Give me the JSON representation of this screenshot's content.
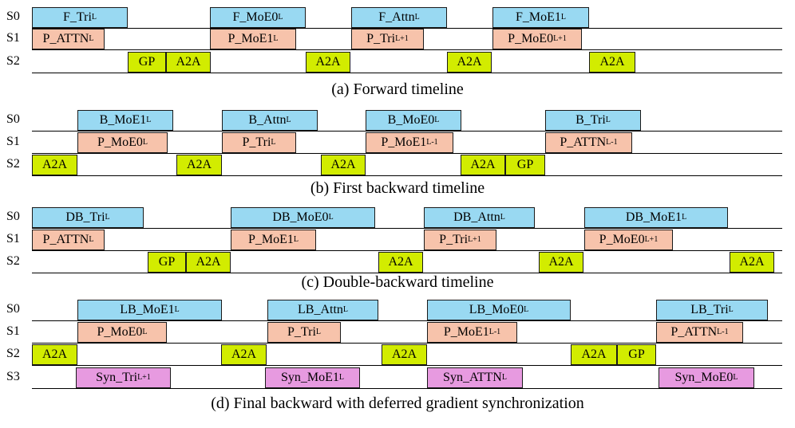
{
  "colors": {
    "forward_compute": "#99d9f2",
    "param_prefetch": "#f7c3ab",
    "communication": "#d2ec00",
    "gradient_sync": "#e79ae0",
    "border": "#1a1a1a"
  },
  "panels": [
    {
      "caption": "(a) Forward timeline",
      "streams": [
        "S0",
        "S1",
        "S2"
      ],
      "blocks": [
        {
          "stream": 0,
          "color": "blue",
          "text": "F_Tri",
          "sub": "L",
          "start": 40,
          "end": 160
        },
        {
          "stream": 0,
          "color": "blue",
          "text": "F_MoE0",
          "sub": "L",
          "start": 263,
          "end": 383
        },
        {
          "stream": 0,
          "color": "blue",
          "text": "F_Attn",
          "sub": "L",
          "start": 440,
          "end": 560
        },
        {
          "stream": 0,
          "color": "blue",
          "text": "F_MoE1",
          "sub": "L",
          "start": 617,
          "end": 738
        },
        {
          "stream": 1,
          "color": "peach",
          "text": "P_ATTN",
          "sub": "L",
          "start": 40,
          "end": 131
        },
        {
          "stream": 1,
          "color": "peach",
          "text": "P_MoE1",
          "sub": "L",
          "start": 263,
          "end": 371
        },
        {
          "stream": 1,
          "color": "peach",
          "text": "P_Tri",
          "sub": "L+1",
          "start": 440,
          "end": 531
        },
        {
          "stream": 1,
          "color": "peach",
          "text": "P_MoE0",
          "sub": "L+1",
          "start": 617,
          "end": 729
        },
        {
          "stream": 2,
          "color": "lime",
          "text": "GP",
          "sub": "",
          "start": 160,
          "end": 208
        },
        {
          "stream": 2,
          "color": "lime",
          "text": "A2A",
          "sub": "",
          "start": 208,
          "end": 264
        },
        {
          "stream": 2,
          "color": "lime",
          "text": "A2A",
          "sub": "",
          "start": 383,
          "end": 439
        },
        {
          "stream": 2,
          "color": "lime",
          "text": "A2A",
          "sub": "",
          "start": 560,
          "end": 616
        },
        {
          "stream": 2,
          "color": "lime",
          "text": "A2A",
          "sub": "",
          "start": 738,
          "end": 796
        }
      ]
    },
    {
      "caption": "(b) First backward timeline",
      "streams": [
        "S0",
        "S1",
        "S2"
      ],
      "blocks": [
        {
          "stream": 0,
          "color": "blue",
          "text": "B_MoE1",
          "sub": "L",
          "start": 97,
          "end": 217
        },
        {
          "stream": 0,
          "color": "blue",
          "text": "B_Attn",
          "sub": "L",
          "start": 278,
          "end": 398
        },
        {
          "stream": 0,
          "color": "blue",
          "text": "B_MoE0",
          "sub": "L",
          "start": 458,
          "end": 578
        },
        {
          "stream": 0,
          "color": "blue",
          "text": "B_Tri",
          "sub": "L",
          "start": 683,
          "end": 803
        },
        {
          "stream": 1,
          "color": "peach",
          "text": "P_MoE0",
          "sub": "L",
          "start": 97,
          "end": 210
        },
        {
          "stream": 1,
          "color": "peach",
          "text": "P_Tri",
          "sub": "L",
          "start": 278,
          "end": 371
        },
        {
          "stream": 1,
          "color": "peach",
          "text": "P_MoE1",
          "sub": "L-1",
          "start": 458,
          "end": 568
        },
        {
          "stream": 1,
          "color": "peach",
          "text": "P_ATTN",
          "sub": "L-1",
          "start": 683,
          "end": 792
        },
        {
          "stream": 2,
          "color": "lime",
          "text": "A2A",
          "sub": "",
          "start": 40,
          "end": 97
        },
        {
          "stream": 2,
          "color": "lime",
          "text": "A2A",
          "sub": "",
          "start": 221,
          "end": 278
        },
        {
          "stream": 2,
          "color": "lime",
          "text": "A2A",
          "sub": "",
          "start": 402,
          "end": 458
        },
        {
          "stream": 2,
          "color": "lime",
          "text": "A2A",
          "sub": "",
          "start": 577,
          "end": 633
        },
        {
          "stream": 2,
          "color": "lime",
          "text": "GP",
          "sub": "",
          "start": 633,
          "end": 683
        }
      ]
    },
    {
      "caption": "(c) Double-backward timeline",
      "streams": [
        "S0",
        "S1",
        "S2"
      ],
      "blocks": [
        {
          "stream": 0,
          "color": "blue",
          "text": "DB_Tri",
          "sub": "L",
          "start": 40,
          "end": 180
        },
        {
          "stream": 0,
          "color": "blue",
          "text": "DB_MoE0",
          "sub": "L",
          "start": 289,
          "end": 470
        },
        {
          "stream": 0,
          "color": "blue",
          "text": "DB_Attn",
          "sub": "L",
          "start": 531,
          "end": 670
        },
        {
          "stream": 0,
          "color": "blue",
          "text": "DB_MoE1",
          "sub": "L",
          "start": 732,
          "end": 912
        },
        {
          "stream": 1,
          "color": "peach",
          "text": "P_ATTN",
          "sub": "L",
          "start": 40,
          "end": 131
        },
        {
          "stream": 1,
          "color": "peach",
          "text": "P_MoE1",
          "sub": "L",
          "start": 289,
          "end": 396
        },
        {
          "stream": 1,
          "color": "peach",
          "text": "P_Tri",
          "sub": "L+1",
          "start": 531,
          "end": 622
        },
        {
          "stream": 1,
          "color": "peach",
          "text": "P_MoE0",
          "sub": "L+1",
          "start": 732,
          "end": 843
        },
        {
          "stream": 2,
          "color": "lime",
          "text": "GP",
          "sub": "",
          "start": 185,
          "end": 233
        },
        {
          "stream": 2,
          "color": "lime",
          "text": "A2A",
          "sub": "",
          "start": 233,
          "end": 289
        },
        {
          "stream": 2,
          "color": "lime",
          "text": "A2A",
          "sub": "",
          "start": 474,
          "end": 530
        },
        {
          "stream": 2,
          "color": "lime",
          "text": "A2A",
          "sub": "",
          "start": 675,
          "end": 731
        },
        {
          "stream": 2,
          "color": "lime",
          "text": "A2A",
          "sub": "",
          "start": 914,
          "end": 970
        }
      ]
    },
    {
      "caption": "(d) Final backward with deferred gradient synchronization",
      "streams": [
        "S0",
        "S1",
        "S2",
        "S3"
      ],
      "blocks": [
        {
          "stream": 0,
          "color": "blue",
          "text": "LB_MoE1",
          "sub": "L",
          "start": 97,
          "end": 278
        },
        {
          "stream": 0,
          "color": "blue",
          "text": "LB_Attn",
          "sub": "L",
          "start": 335,
          "end": 474
        },
        {
          "stream": 0,
          "color": "blue",
          "text": "LB_MoE0",
          "sub": "L",
          "start": 535,
          "end": 715
        },
        {
          "stream": 0,
          "color": "blue",
          "text": "LB_Tri",
          "sub": "L",
          "start": 822,
          "end": 962
        },
        {
          "stream": 1,
          "color": "peach",
          "text": "P_MoE0",
          "sub": "L",
          "start": 97,
          "end": 209
        },
        {
          "stream": 1,
          "color": "peach",
          "text": "P_Tri",
          "sub": "L",
          "start": 335,
          "end": 427
        },
        {
          "stream": 1,
          "color": "peach",
          "text": "P_MoE1",
          "sub": "L-1",
          "start": 535,
          "end": 648
        },
        {
          "stream": 1,
          "color": "peach",
          "text": "P_ATTN",
          "sub": "L-1",
          "start": 822,
          "end": 931
        },
        {
          "stream": 2,
          "color": "lime",
          "text": "A2A",
          "sub": "",
          "start": 40,
          "end": 97
        },
        {
          "stream": 2,
          "color": "lime",
          "text": "A2A",
          "sub": "",
          "start": 277,
          "end": 334
        },
        {
          "stream": 2,
          "color": "lime",
          "text": "A2A",
          "sub": "",
          "start": 478,
          "end": 535
        },
        {
          "stream": 2,
          "color": "lime",
          "text": "A2A",
          "sub": "",
          "start": 715,
          "end": 773
        },
        {
          "stream": 2,
          "color": "lime",
          "text": "GP",
          "sub": "",
          "start": 773,
          "end": 822
        },
        {
          "stream": 3,
          "color": "pink",
          "text": "Syn_Tri",
          "sub": "L+1",
          "start": 95,
          "end": 214
        },
        {
          "stream": 3,
          "color": "pink",
          "text": "Syn_MoE1",
          "sub": "L",
          "start": 332,
          "end": 451
        },
        {
          "stream": 3,
          "color": "pink",
          "text": "Syn_ATTN",
          "sub": "L",
          "start": 535,
          "end": 655
        },
        {
          "stream": 3,
          "color": "pink",
          "text": "Syn_MoE0",
          "sub": "L",
          "start": 825,
          "end": 945
        }
      ]
    }
  ]
}
